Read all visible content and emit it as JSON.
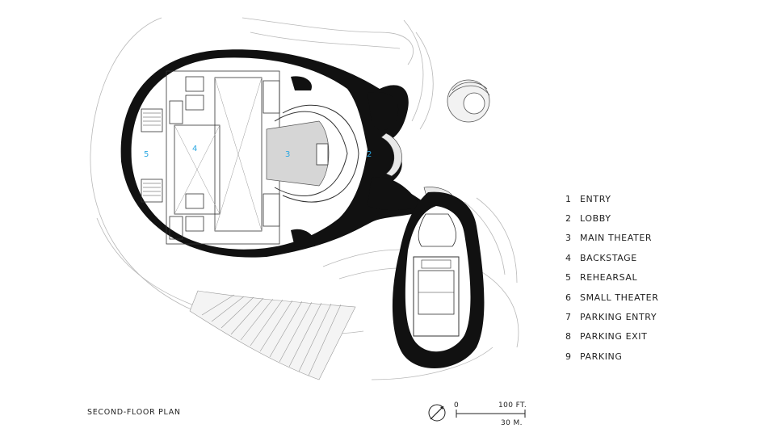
{
  "legend": {
    "items": [
      {
        "num": "1",
        "label": "ENTRY"
      },
      {
        "num": "2",
        "label": "LOBBY"
      },
      {
        "num": "3",
        "label": "MAIN THEATER"
      },
      {
        "num": "4",
        "label": "BACKSTAGE"
      },
      {
        "num": "5",
        "label": "REHEARSAL"
      },
      {
        "num": "6",
        "label": "SMALL THEATER"
      },
      {
        "num": "7",
        "label": "PARKING ENTRY"
      },
      {
        "num": "8",
        "label": "PARKING EXIT"
      },
      {
        "num": "9",
        "label": "PARKING"
      }
    ]
  },
  "plan": {
    "title": "SECOND-FLOOR PLAN",
    "zone_labels": [
      "5",
      "4",
      "3",
      "2"
    ],
    "label_color": "#2aa7e1"
  },
  "scale": {
    "zero": "0",
    "feet": "100 FT.",
    "meters": "30 M."
  },
  "icons": [
    "north-arrow-icon"
  ]
}
